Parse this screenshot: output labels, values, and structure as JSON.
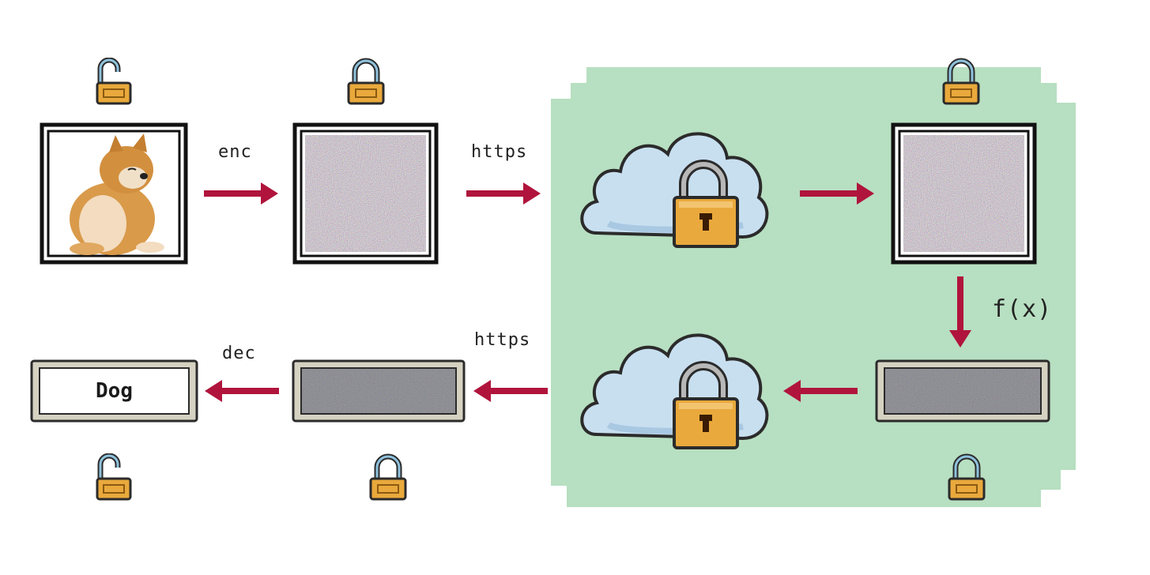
{
  "labels": {
    "enc": "enc",
    "https_top": "https",
    "fx": "f(x)",
    "https_bottom": "https",
    "dec": "dec"
  },
  "result": {
    "text": "Dog"
  },
  "colors": {
    "arrow": "#b0143c",
    "cloud_zone": "#b7dfc1",
    "lock_body": "#e9a93c",
    "cloud_fill": "#c8dff0"
  },
  "icons": [
    "unlocked-padlock-icon",
    "locked-padlock-icon",
    "cloud-icon",
    "dog-photo",
    "noise-image"
  ]
}
